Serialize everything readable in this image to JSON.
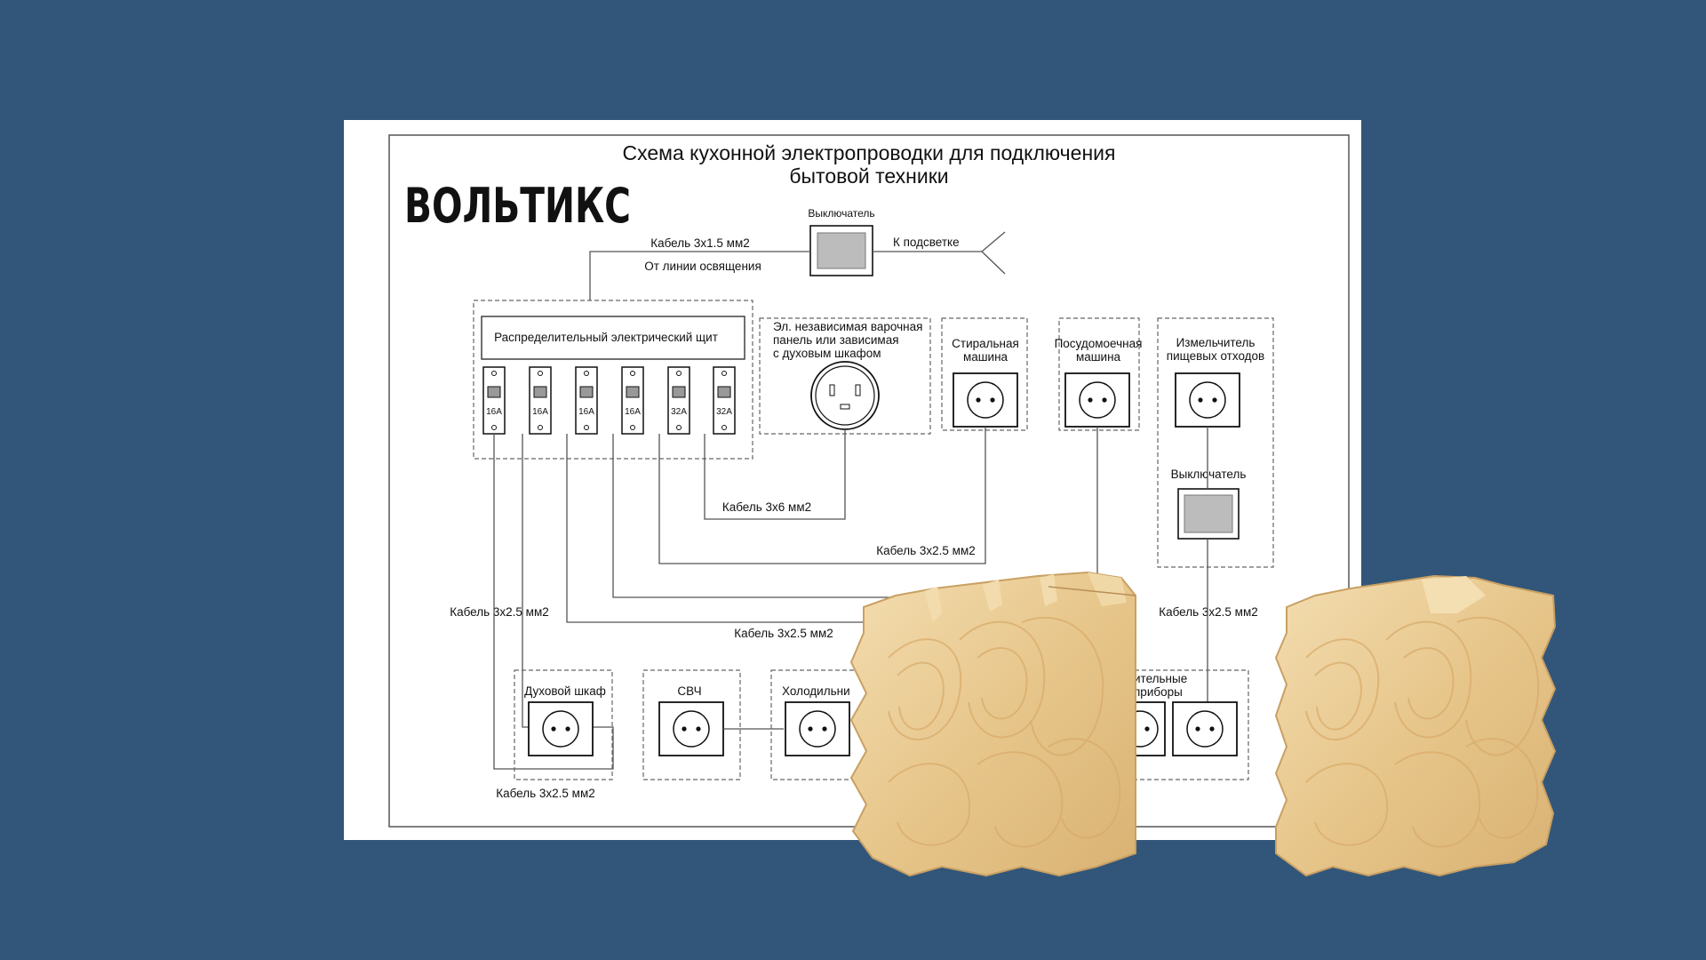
{
  "brand": {
    "logo_text": "ВОЛЬТИКС",
    "colors": {
      "background": "#325679",
      "paper": "#ffffff",
      "wood": "#e8c98a"
    }
  },
  "diagram": {
    "title_line1": "Схема кухонной электропроводки для подключения",
    "title_line2": "бытовой техники",
    "top_switch_label": "Выключатель",
    "cable_top": "Кабель 3х1.5 мм2",
    "lighting_line": "От линии освящения",
    "to_lighting": "К подсветке",
    "panel_label": "Распределительный электрический щит",
    "breakers": [
      "16А",
      "16А",
      "16А",
      "16А",
      "32А",
      "32А"
    ],
    "cooktop_line1": "Эл. независимая варочная",
    "cooktop_line2": "панель или зависимая",
    "cooktop_line3": "с духовым шкафом",
    "washer_line1": "Стиральная",
    "washer_line2": "машина",
    "dishwasher_line1": "Посудомоечная",
    "dishwasher_line2": "машина",
    "disposer_line1": "Измельчитель",
    "disposer_line2": "пищевых отходов",
    "disposer_switch": "Выключатель",
    "cable_3x6": "Кабель 3х6 мм2",
    "cable_right_mid": "Кабель 3х2.5 мм2",
    "cable_left": "Кабель 3х2.5 мм2",
    "cable_center": "Кабель 3х2.5 мм2",
    "cable_right": "Кабель 3х2.5 мм2",
    "cable_bottom": "Кабель 3х2.5 мм2",
    "oven": "Духовой шкаф",
    "microwave": "СВЧ",
    "fridge": "Холодильни",
    "small_appliances_line1": "ительные",
    "small_appliances_line2": "приборы"
  }
}
